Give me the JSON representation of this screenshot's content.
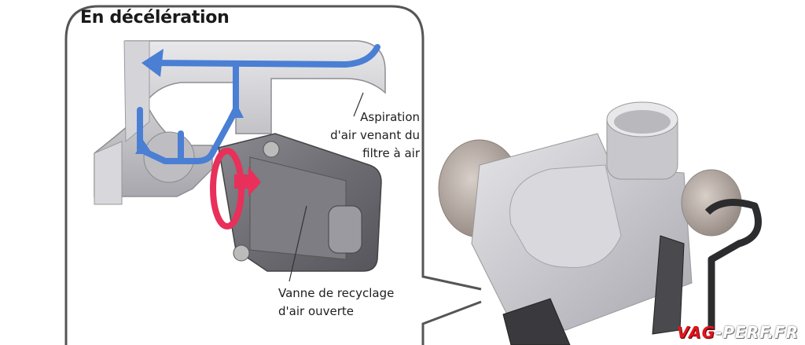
{
  "diagram": {
    "title": "En décélération",
    "labels": {
      "intake": [
        "Aspiration",
        "d'air venant du",
        "filtre à air"
      ],
      "valve": [
        "Vanne de recyclage",
        "d'air ouverte"
      ]
    },
    "colors": {
      "airflow_arrow": "#4a7fd4",
      "valve_arrow": "#e8305a",
      "frame": "#555555",
      "metal": "#c8c8cc"
    },
    "components": [
      "compressor-housing",
      "air-recirculation-valve",
      "turbocharger"
    ]
  },
  "watermark": {
    "brand_red": "VAG",
    "brand_white": "-PERF.FR"
  }
}
